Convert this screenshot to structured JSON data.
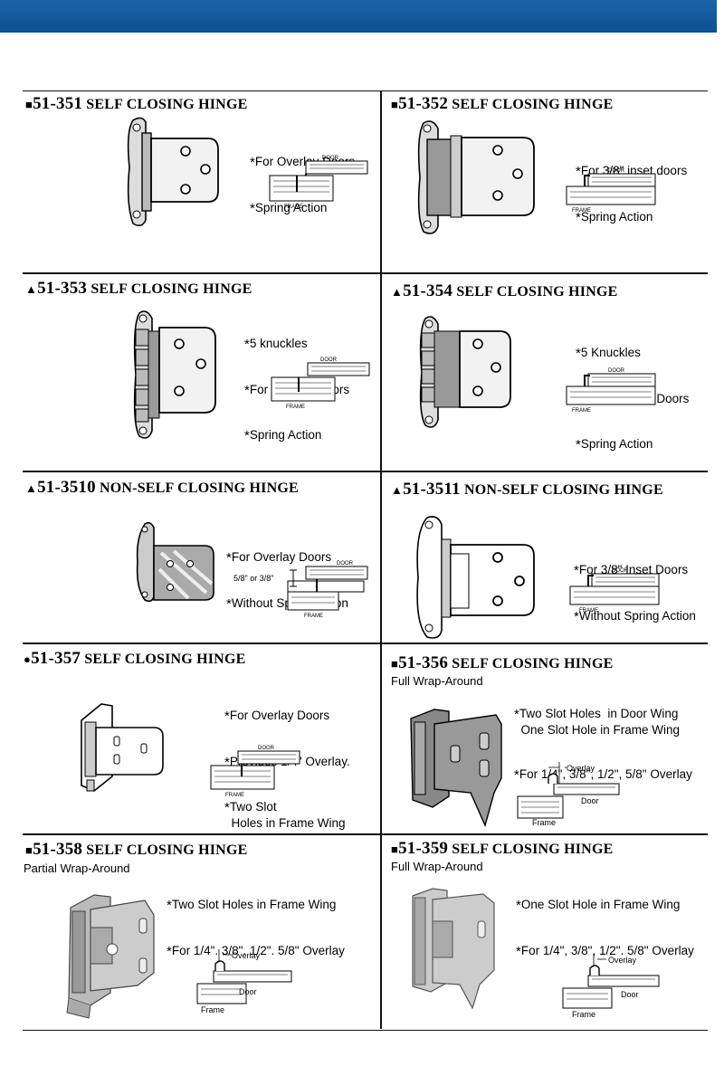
{
  "products": [
    {
      "marker": "■",
      "code": "51-351",
      "name": "SELF CLOSING HINGE",
      "subtitle": "",
      "features": [
        "For Overlay Doors",
        "Spring Action"
      ],
      "door": "DOOR",
      "frame": "FRAME",
      "measure": ""
    },
    {
      "marker": "■",
      "code": "51-352",
      "name": "SELF CLOSING HINGE",
      "subtitle": "",
      "features": [
        "For 3/8\" inset doors",
        "Spring Action"
      ],
      "door": "DOOR",
      "frame": "FRAME",
      "measure": ""
    },
    {
      "marker": "▲",
      "code": "51-353",
      "name": "SELF CLOSING HINGE",
      "subtitle": "",
      "features": [
        "5 knuckles",
        "For Overlay Doors",
        "Spring Action"
      ],
      "door": "DOOR",
      "frame": "FRAME",
      "measure": ""
    },
    {
      "marker": "▲",
      "code": "51-354",
      "name": "SELF CLOSING HINGE",
      "subtitle": "",
      "features": [
        "5 Knuckles",
        "For 3/8\" inset Doors",
        "Spring Action"
      ],
      "door": "DOOR",
      "frame": "FRAME",
      "measure": ""
    },
    {
      "marker": "▲",
      "code": "51-3510",
      "name": "NON-SELF CLOSING HINGE",
      "subtitle": "",
      "features": [
        "For Overlay Doors",
        "Without Spring Action"
      ],
      "door": "DOOR",
      "frame": "FRAME",
      "measure": "5/8\" or 3/8\""
    },
    {
      "marker": "▲",
      "code": "51-3511",
      "name": "NON-SELF CLOSING HINGE",
      "subtitle": "",
      "features": [
        "For 3/8\" Inset Doors",
        "Without Spring Action"
      ],
      "door": "DOOR",
      "frame": "FRAME",
      "measure": ""
    },
    {
      "marker": "●",
      "code": "51-357",
      "name": "SELF CLOSING HINGE",
      "subtitle": "",
      "features": [
        "For Overlay Doors",
        "Provides 1/4\" Overlay.",
        "Two Slot\n  Holes in Frame Wing"
      ],
      "door": "DOOR",
      "frame": "FRAME",
      "measure": ""
    },
    {
      "marker": "■",
      "code": "51-356",
      "name": "SELF CLOSING HINGE",
      "subtitle": "Full Wrap-Around",
      "features": [
        "Two Slot Holes  in Door Wing\n  One Slot Hole in Frame Wing",
        "For 1/4\", 3/8\", 1/2\", 5/8\" Overlay"
      ],
      "door": "Door",
      "frame": "Frame",
      "measure": "Overlay"
    },
    {
      "marker": "■",
      "code": "51-358",
      "name": "SELF CLOSING HINGE",
      "subtitle": "Partial Wrap-Around",
      "features": [
        "Two Slot Holes in Frame Wing",
        "For 1/4\". 3/8\". 1/2\". 5/8\" Overlay"
      ],
      "door": "Door",
      "frame": "Frame",
      "measure": "Overlay"
    },
    {
      "marker": "■",
      "code": "51-359",
      "name": "SELF CLOSING  HINGE",
      "subtitle": "Full Wrap-Around",
      "features": [
        "One Slot Hole in Frame Wing",
        "For 1/4\", 3/8\", 1/2\". 5/8\" Overlay"
      ],
      "door": "Door",
      "frame": "Frame",
      "measure": "Overlay"
    }
  ],
  "icons": {
    "bullet": "asterisk",
    "hinge": "hinge-drawing-icon",
    "mount": "mounting-diagram-icon"
  },
  "colors": {
    "header_bar": "#0b4f94",
    "rule": "#111111"
  }
}
